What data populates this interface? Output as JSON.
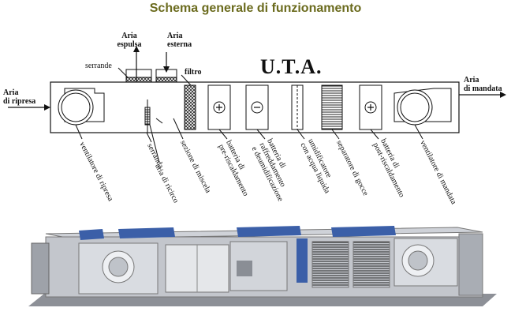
{
  "title": "Schema generale di funzionamento",
  "uta_label": "U.T.A.",
  "labels": {
    "aria_espulsa": [
      "Aria",
      "espulsa"
    ],
    "aria_esterna": [
      "Aria",
      "esterna"
    ],
    "serrande": "serrande",
    "filtro": "filtro",
    "aria_di_ripresa": [
      "Aria",
      "di ripresa"
    ],
    "aria_di_mandata": [
      "Aria",
      "di mandata"
    ]
  },
  "components": [
    {
      "id": "ventilatore-ripresa",
      "lines": [
        "ventilatore di ripresa"
      ]
    },
    {
      "id": "serranda",
      "lines": [
        "serranda"
      ]
    },
    {
      "id": "aria-ricircolo",
      "lines": [
        "aria di ricirco"
      ]
    },
    {
      "id": "sezione-miscela",
      "lines": [
        "sezione di miscela"
      ]
    },
    {
      "id": "batteria-preriscaldamento",
      "lines": [
        "batteria di",
        "pre-riscaldamento"
      ]
    },
    {
      "id": "batteria-raffreddamento",
      "lines": [
        "batteria di",
        "raffreddamento",
        "e deumidificazione"
      ]
    },
    {
      "id": "umidificatore",
      "lines": [
        "umidificatore",
        "con acqua liquida"
      ]
    },
    {
      "id": "separatore-gocce",
      "lines": [
        "separatore di gocce"
      ]
    },
    {
      "id": "batteria-postriscaldamento",
      "lines": [
        "batteria di",
        "post-riscaldamento"
      ]
    },
    {
      "id": "ventilatore-mandata",
      "lines": [
        "ventilatore di mandata"
      ]
    }
  ],
  "colors": {
    "title": "#6b6b1e",
    "panel": "#3b5fa8",
    "casing": "#b9bcc2"
  },
  "icons": [
    "plus-icon",
    "minus-icon"
  ]
}
